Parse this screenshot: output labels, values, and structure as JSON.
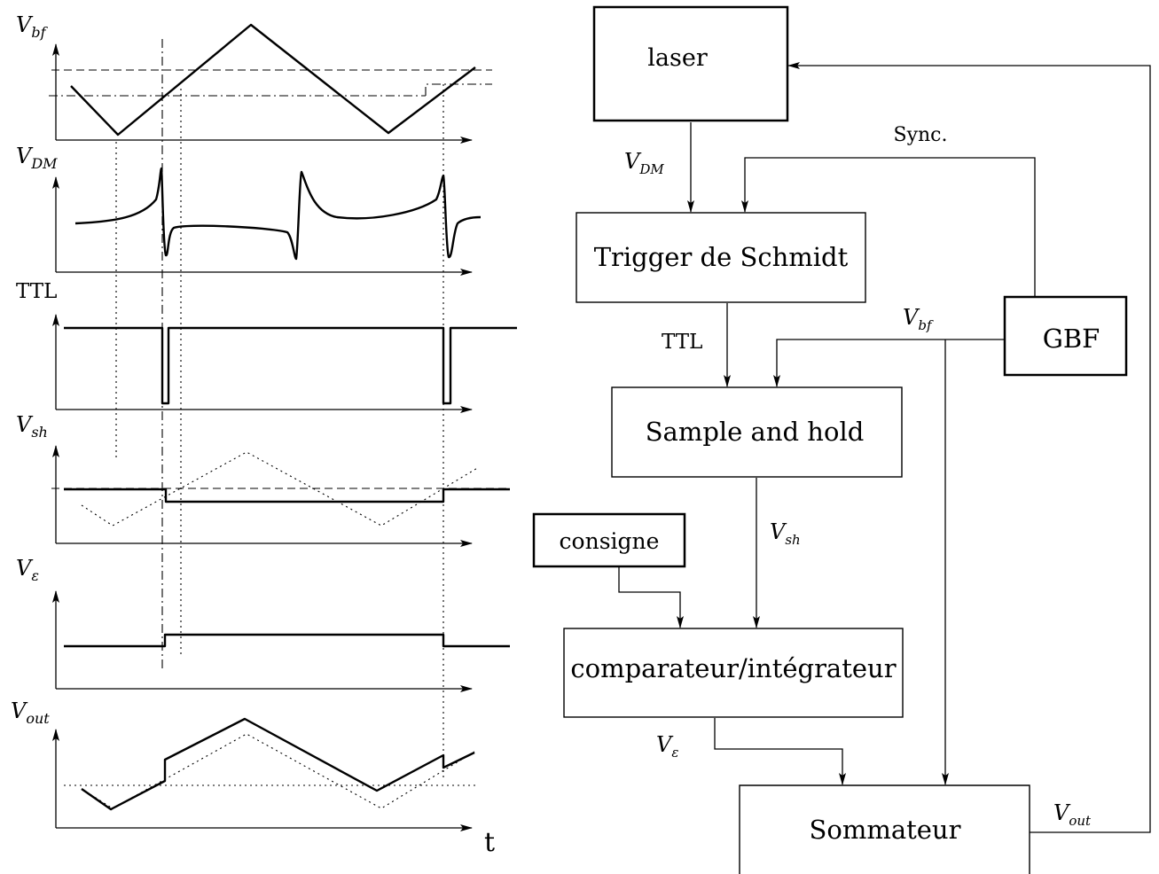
{
  "timing": {
    "v_bf": {
      "main": "V",
      "sub": "bf"
    },
    "v_dm": {
      "main": "V",
      "sub": "DM"
    },
    "ttl": "TTL",
    "v_sh": {
      "main": "V",
      "sub": "sh"
    },
    "v_eps": {
      "main": "V",
      "sub": "ε"
    },
    "v_out": {
      "main": "V",
      "sub": "out"
    },
    "time_axis": "t"
  },
  "blocks": {
    "laser": "laser",
    "trigger": "Trigger de Schmidt",
    "sample_hold": "Sample and hold",
    "consigne": "consigne",
    "comparateur": "comparateur/intégrateur",
    "gbf": "GBF",
    "sommateur": "Sommateur"
  },
  "signals": {
    "sync": "Sync.",
    "v_dm": {
      "main": "V",
      "sub": "DM"
    },
    "ttl": "TTL",
    "v_bf": {
      "main": "V",
      "sub": "bf"
    },
    "v_sh": {
      "main": "V",
      "sub": "sh"
    },
    "v_eps": {
      "main": "V",
      "sub": "ε"
    },
    "v_out": {
      "main": "V",
      "sub": "out"
    }
  }
}
